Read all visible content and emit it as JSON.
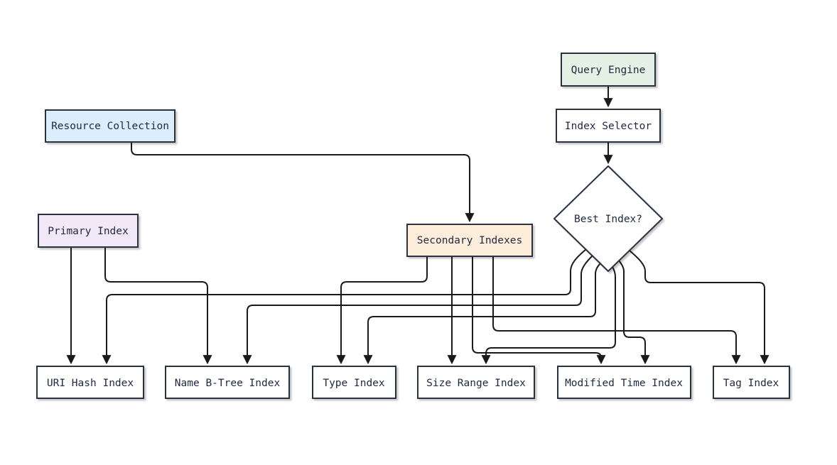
{
  "diagram": {
    "type": "flowchart",
    "background_color": "#ffffff",
    "edge_color": "#1a1a1a",
    "node_border_color": "#2b3142",
    "text_color": "#222943",
    "nodes": {
      "query_engine": {
        "label": "Query Engine",
        "shape": "rect",
        "fill": "#e4f1e4"
      },
      "index_selector": {
        "label": "Index Selector",
        "shape": "rect",
        "fill": "#ffffff"
      },
      "best_index": {
        "label": "Best Index?",
        "shape": "diamond",
        "fill": "#ffffff"
      },
      "resource_collection": {
        "label": "Resource Collection",
        "shape": "rect",
        "fill": "#daeefb"
      },
      "primary_index": {
        "label": "Primary Index",
        "shape": "rect",
        "fill": "#f1e8f8"
      },
      "secondary_indexes": {
        "label": "Secondary Indexes",
        "shape": "rect",
        "fill": "#fdeedb"
      },
      "uri_hash_index": {
        "label": "URI Hash Index",
        "shape": "rect",
        "fill": "#ffffff"
      },
      "name_btree_index": {
        "label": "Name B-Tree Index",
        "shape": "rect",
        "fill": "#ffffff"
      },
      "type_index": {
        "label": "Type Index",
        "shape": "rect",
        "fill": "#ffffff"
      },
      "size_range_index": {
        "label": "Size Range Index",
        "shape": "rect",
        "fill": "#ffffff"
      },
      "modified_time_index": {
        "label": "Modified Time Index",
        "shape": "rect",
        "fill": "#ffffff"
      },
      "tag_index": {
        "label": "Tag Index",
        "shape": "rect",
        "fill": "#ffffff"
      }
    },
    "edges": [
      {
        "from": "query_engine",
        "to": "index_selector"
      },
      {
        "from": "index_selector",
        "to": "best_index"
      },
      {
        "from": "resource_collection",
        "to": "secondary_indexes"
      },
      {
        "from": "primary_index",
        "to": "uri_hash_index"
      },
      {
        "from": "primary_index",
        "to": "name_btree_index"
      },
      {
        "from": "secondary_indexes",
        "to": "type_index"
      },
      {
        "from": "secondary_indexes",
        "to": "size_range_index"
      },
      {
        "from": "secondary_indexes",
        "to": "modified_time_index"
      },
      {
        "from": "secondary_indexes",
        "to": "tag_index"
      },
      {
        "from": "best_index",
        "to": "uri_hash_index"
      },
      {
        "from": "best_index",
        "to": "name_btree_index"
      },
      {
        "from": "best_index",
        "to": "type_index"
      },
      {
        "from": "best_index",
        "to": "size_range_index"
      },
      {
        "from": "best_index",
        "to": "modified_time_index"
      },
      {
        "from": "best_index",
        "to": "tag_index"
      }
    ]
  }
}
